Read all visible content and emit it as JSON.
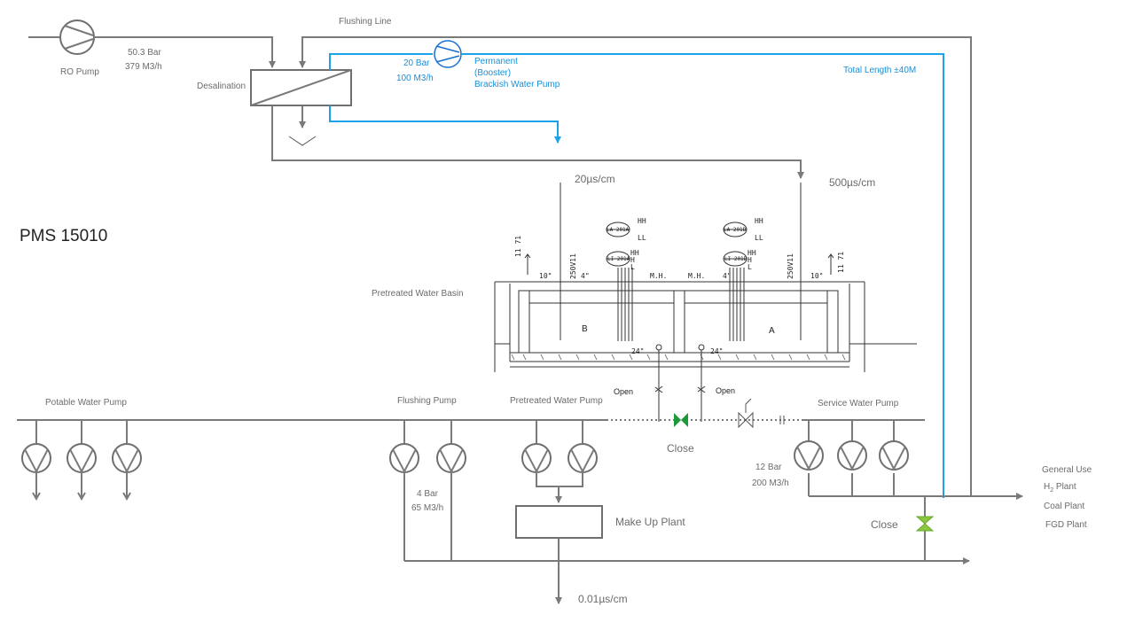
{
  "title": "PMS 15010",
  "labels": {
    "flushing_line": "Flushing Line",
    "ro_pump": "RO Pump",
    "ro_pressure": "50.3 Bar",
    "ro_flow": "379 M3/h",
    "desalination": "Desalination",
    "booster_pressure": "20 Bar",
    "booster_flow": "100 M3/h",
    "booster_line1": "Permanent",
    "booster_line2": "(Booster)",
    "booster_line3": "Brackish Water Pump",
    "total_length": "Total Length ±40M",
    "conductivity_b": "20µs/cm",
    "conductivity_a": "500µs/cm",
    "basin": "Pretreated Water Basin",
    "basin_b": "B",
    "basin_a": "A",
    "open_left": "Open",
    "open_right": "Open",
    "close_center": "Close",
    "close_right": "Close",
    "potable_pump": "Potable Water Pump",
    "flushing_pump": "Flushing Pump",
    "pretreated_pump": "Pretreated Water Pump",
    "service_pump": "Service Water Pump",
    "flushing_pressure": "4 Bar",
    "flushing_flow": "65 M3/h",
    "service_pressure": "12 Bar",
    "service_flow": "200 M3/h",
    "makeup_plant": "Make Up Plant",
    "makeup_conductivity": "0.01µs/cm",
    "general_use": "General Use",
    "h2_plant_prefix": "H",
    "h2_plant_sub": "2",
    "h2_plant_suffix": " Plant",
    "coal_plant": "Coal Plant",
    "fgd_plant": "FGD Plant"
  },
  "sketch": {
    "dim_left": "11 71",
    "dim_right": "11 71",
    "size_10_left": "10\"",
    "size_10_right": "10\"",
    "size_4_left": "4\"",
    "size_4_right": "4\"",
    "mh_left": "M.H.",
    "mh_right": "M.H.",
    "valve_left": "250V11",
    "valve_right": "250V11",
    "pipe_24_left": "24\"",
    "pipe_24_right": "24\"",
    "la_201a": "LA 201A",
    "li_201a": "LI 201A",
    "la_201b": "LA 201B",
    "li_201b": "LI 201B",
    "hh": "HH",
    "h": "H",
    "ll": "LL",
    "l": "L"
  },
  "colors": {
    "pipe": "#7a7a7a",
    "booster_pipe": "#1aa3e8",
    "valve": "#1c9a3a",
    "valve_right": "#8cc63f"
  }
}
